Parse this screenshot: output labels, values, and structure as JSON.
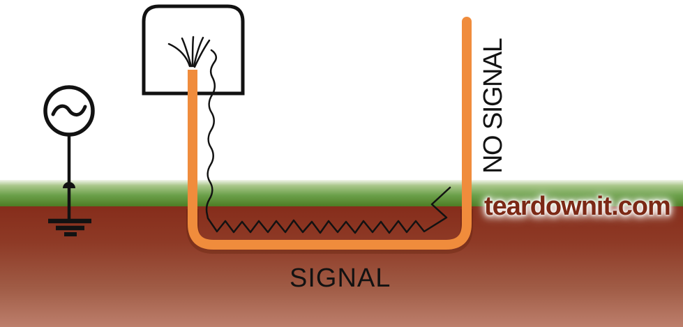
{
  "diagram": {
    "signal_label": "SIGNAL",
    "no_signal_label": "NO SIGNAL",
    "watermark": "teardownit.com"
  },
  "colors": {
    "pipe_orange": "#f08c3c",
    "line_black": "#121212",
    "grass_fade": "#f2f5ec",
    "grass_light": "#a9c689",
    "grass_mid": "#6ba04a",
    "grass_dark": "#4e7d24",
    "soil_top": "#862d1b",
    "soil_upper": "#8e3a26",
    "soil_lower": "#a05c46",
    "soil_bottom": "#bd7f6c",
    "watermark_color": "#7b2815"
  },
  "icons": {
    "ac_source": "circle-with-sine-wave",
    "earth_ground": "three-bar-ground-symbol",
    "ground_electrode": "dome-contact-on-surface",
    "spray": "water-spray-curves",
    "pipe": "orange-u-shaped-buried-pipe",
    "tracer_wire": "zigzag-signal-wire",
    "valve_box": "rounded-top-open-box"
  }
}
